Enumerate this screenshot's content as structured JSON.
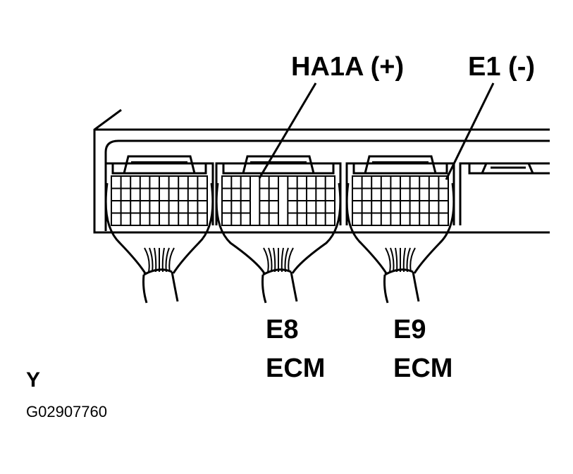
{
  "labels": {
    "ha1a": "HA1A (+)",
    "e1": "E1  (-)",
    "e8": "E8",
    "e8_part": "ECM",
    "e9": "E9",
    "e9_part": "ECM",
    "view": "Y",
    "figure_code": "G02907760"
  },
  "connectors": [
    {
      "id": "left",
      "name": ""
    },
    {
      "id": "e8",
      "name": "E8"
    },
    {
      "id": "e9",
      "name": "E9"
    }
  ],
  "colors": {
    "line": "#000000",
    "background": "#ffffff"
  }
}
